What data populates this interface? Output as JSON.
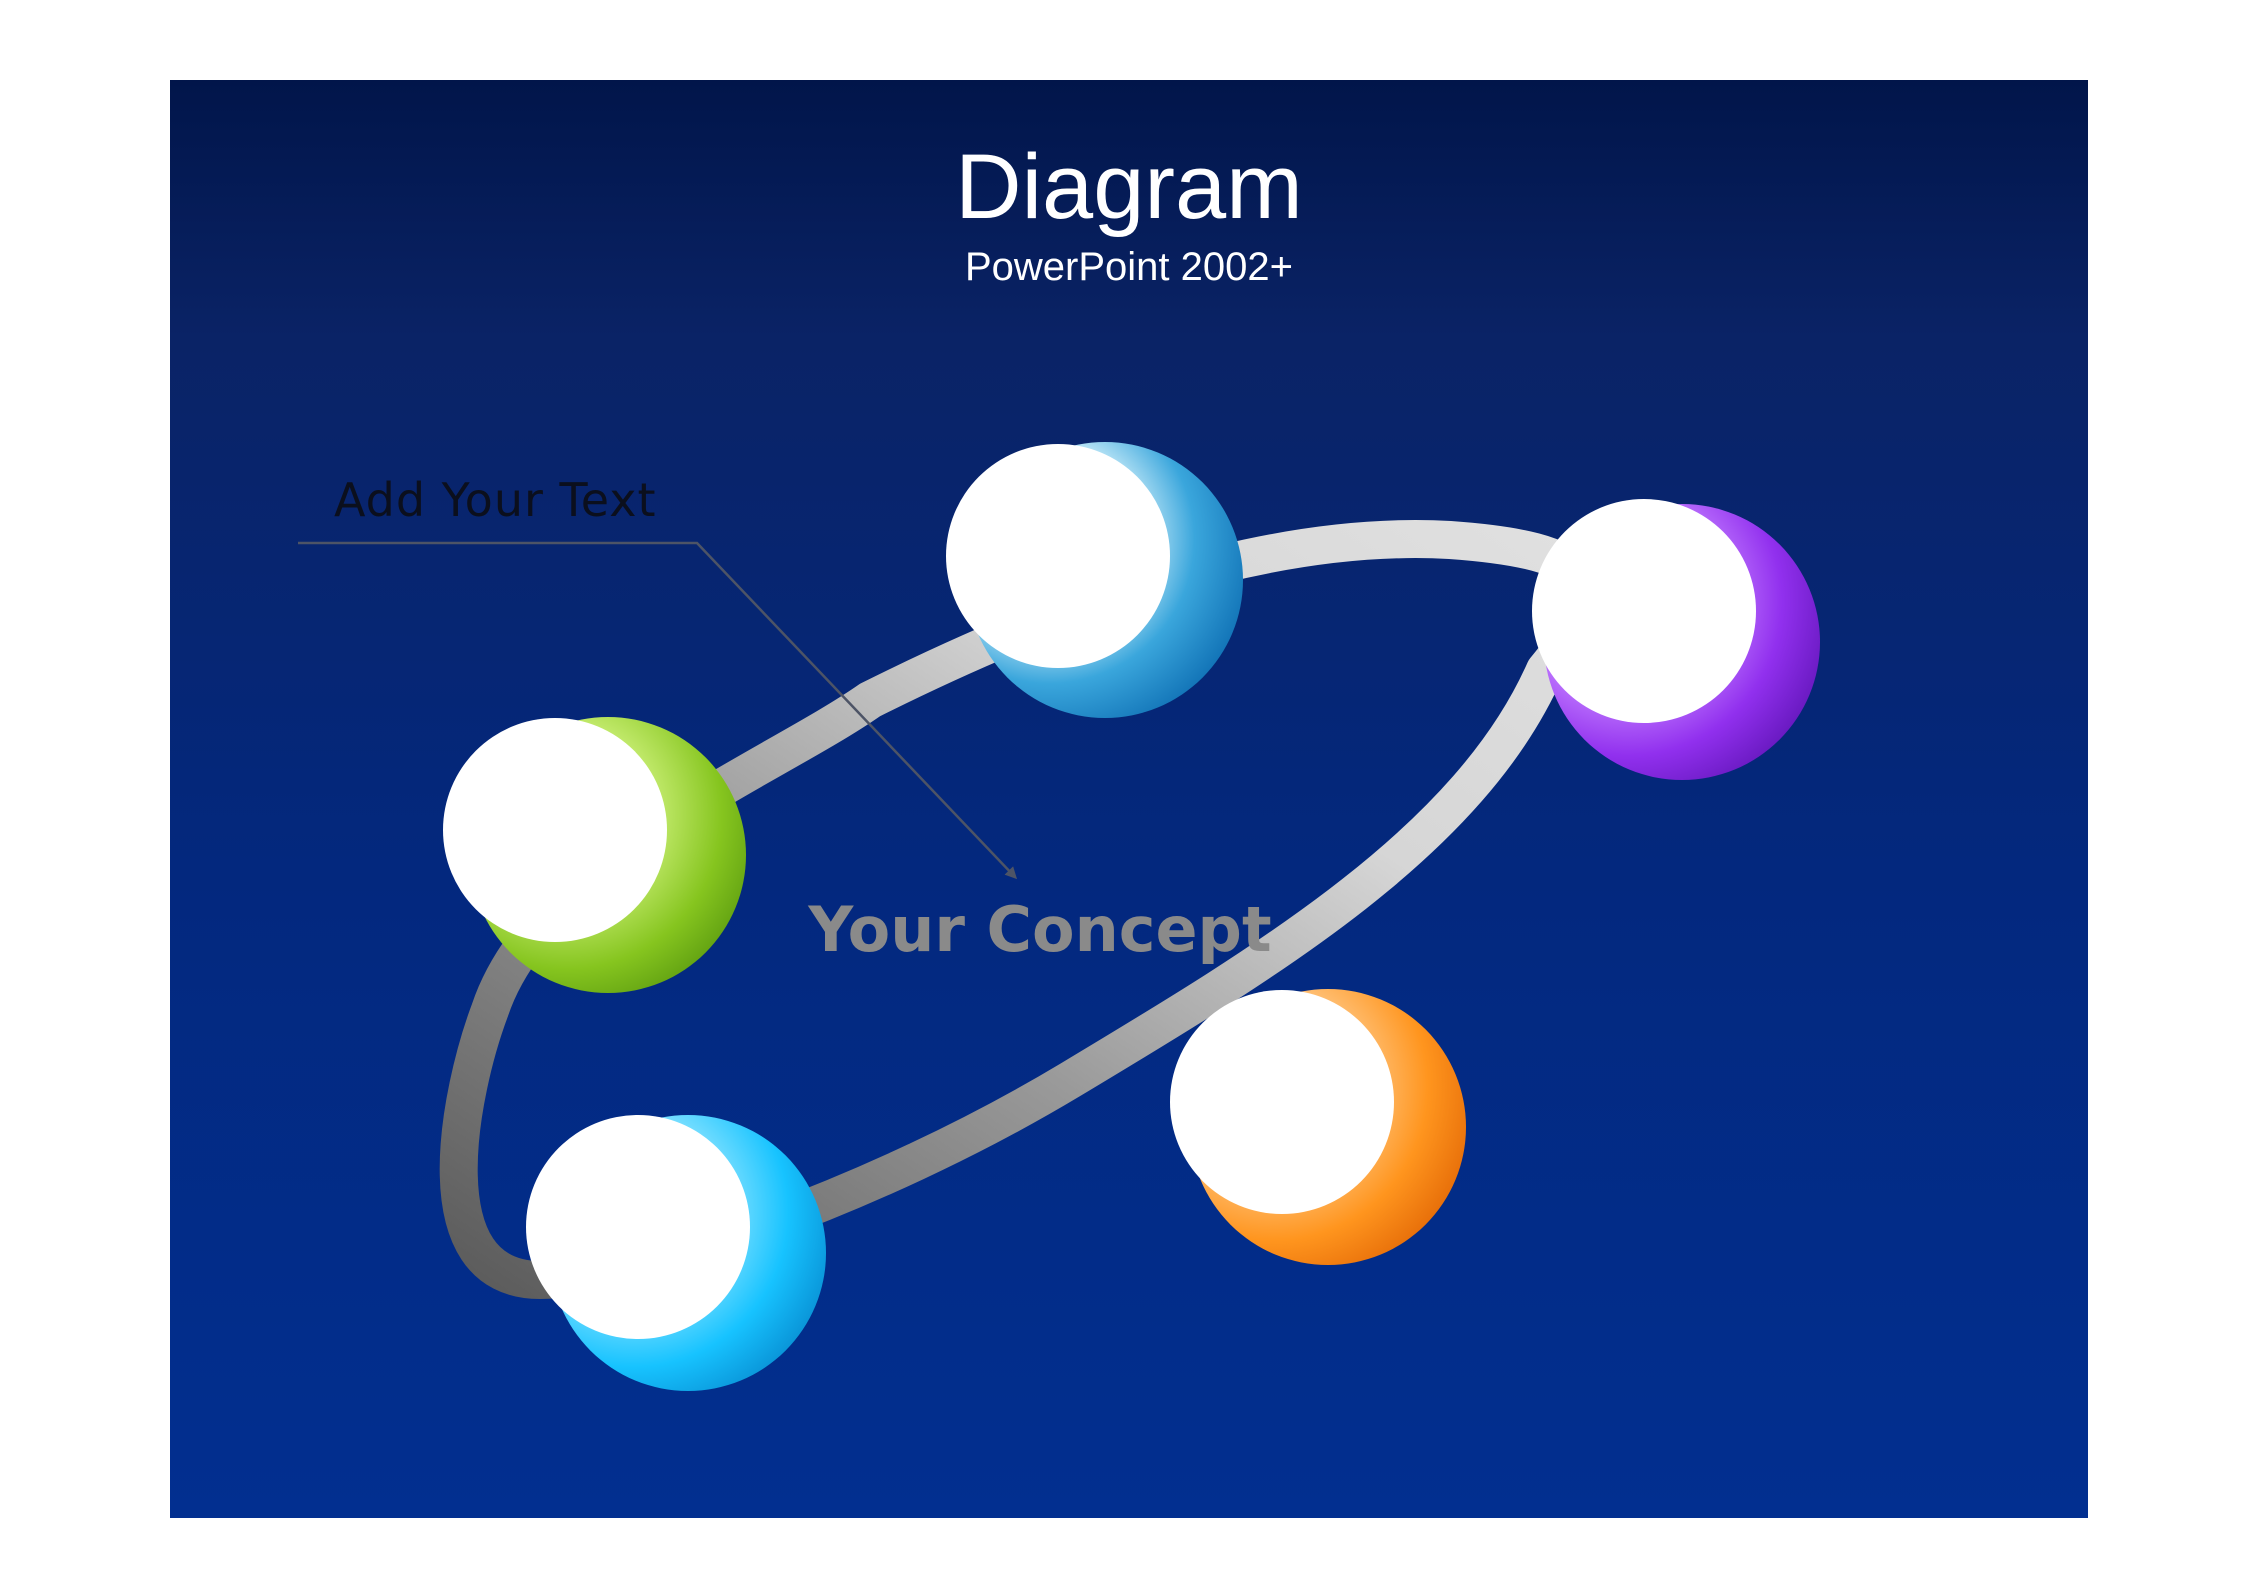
{
  "slide": {
    "title": "Diagram",
    "subtitle": "PowerPoint 2002+",
    "callout_text": "Add Your Text",
    "center_text": "Your Concept"
  },
  "colors": {
    "background_top": "#01154a",
    "background_bottom": "#022f90",
    "ring": "#d4d4d4",
    "ring_shadow": "#6c6c6c",
    "callout_line": "#4d5466",
    "text_white": "#ffffff",
    "concept_text": "#8a8a8a"
  },
  "nodes": [
    {
      "name": "node-blue",
      "color": "#1f8fd0",
      "highlight": "#ffffff"
    },
    {
      "name": "node-purple",
      "color": "#8e2fe6",
      "highlight": "#e3b7ff"
    },
    {
      "name": "node-green",
      "color": "#7fc31f",
      "highlight": "#e6f9a8"
    },
    {
      "name": "node-cyan",
      "color": "#14c4ff",
      "highlight": "#bff2ff"
    },
    {
      "name": "node-orange",
      "color": "#ff8f14",
      "highlight": "#ffd9a3"
    }
  ]
}
